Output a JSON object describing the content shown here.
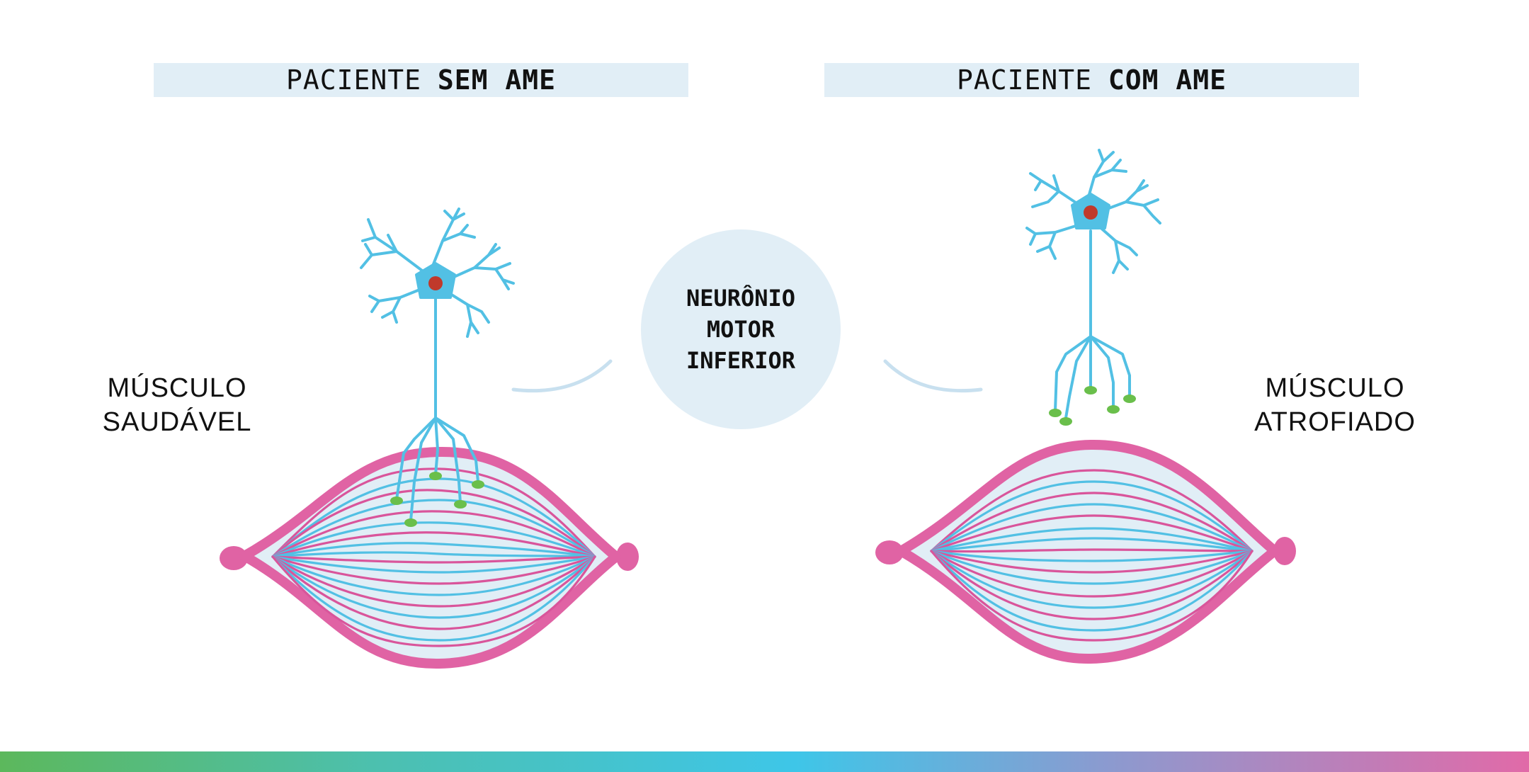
{
  "header_left": {
    "prefix": "PACIENTE",
    "emphasis": "SEM AME"
  },
  "header_right": {
    "prefix": "PACIENTE",
    "emphasis": "COM AME"
  },
  "center_label": {
    "line1": "NEURÔNIO",
    "line2": "MOTOR",
    "line3": "INFERIOR"
  },
  "label_left": {
    "line1": "MÚSCULO",
    "line2": "SAUDÁVEL"
  },
  "label_right": {
    "line1": "MÚSCULO",
    "line2": "ATROFIADO"
  },
  "colors": {
    "neuron": "#52c0e4",
    "nucleus": "#c0392b",
    "synapse": "#6abf4b",
    "muscle_outline": "#e063a4",
    "muscle_fill": "#e1eef6",
    "fiber_blue": "#52c0e4",
    "fiber_pink": "#d9559b",
    "header_bg": "#e1eef6",
    "gradient_start": "#5cb85c",
    "gradient_mid": "#3ec6e8",
    "gradient_end": "#e16aa8"
  }
}
